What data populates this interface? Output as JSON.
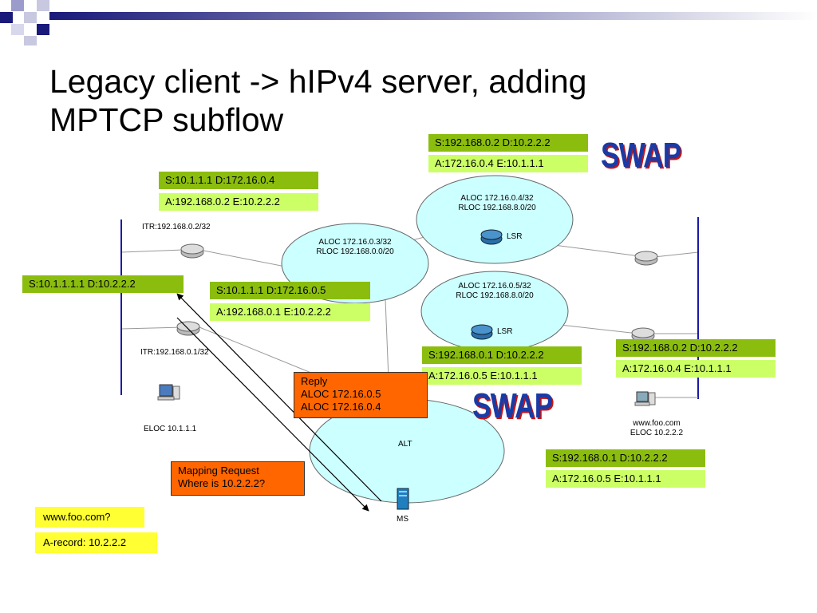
{
  "slide": {
    "title": "Legacy client -> hIPv4 server, adding\nMPTCP subflow"
  },
  "clouds": {
    "aloc1": {
      "line1": "ALOC 172.16.0.3/32",
      "line2": "RLOC 192.168.0.0/20"
    },
    "aloc2": {
      "line1": "ALOC 172.16.0.4/32",
      "line2": "RLOC 192.168.8.0/20",
      "router": "LSR"
    },
    "aloc3": {
      "line1": "ALOC 172.16.0.5/32",
      "line2": "RLOC 192.168.8.0/20",
      "router": "LSR"
    },
    "alt": {
      "label": "ALT"
    }
  },
  "nodes": {
    "itr1": "ITR:192.168.0.2/32",
    "itr2": "ITR:192.168.0.1/32",
    "eloc_client": "ELOC 10.1.1.1",
    "server_name": "www.foo.com",
    "server_eloc": "ELOC 10.2.2.2",
    "ms": "MS"
  },
  "packets": {
    "p1": {
      "header": "S:10.1.1.1 D:172.16.0.4",
      "sub": "A:192.168.0.2 E:10.2.2.2"
    },
    "p2": {
      "header": "S:10.1.1.1.1 D:10.2.2.2"
    },
    "p3": {
      "header": "S:10.1.1.1 D:172.16.0.5",
      "sub": "A:192.168.0.1 E:10.2.2.2"
    },
    "p4": {
      "header": "S:192.168.0.2 D:10.2.2.2",
      "sub": "A:172.16.0.4 E:10.1.1.1"
    },
    "p5": {
      "header": "S:192.168.0.1 D:10.2.2.2",
      "sub": "A:172.16.0.5 E:10.1.1.1"
    },
    "p6": {
      "header": "S:192.168.0.2 D:10.2.2.2",
      "sub": "A:172.16.0.4 E:10.1.1.1"
    },
    "p7": {
      "header": "S:192.168.0.1 D:10.2.2.2",
      "sub": "A:172.16.0.5 E:10.1.1.1"
    }
  },
  "reply": {
    "line1": "Reply",
    "line2": "ALOC 172.16.0.5",
    "line3": "ALOC 172.16.0.4"
  },
  "mapping_request": {
    "line1": "Mapping Request",
    "line2": "Where is 10.2.2.2?"
  },
  "dns": {
    "query": "www.foo.com?",
    "answer": "A-record: 10.2.2.2"
  },
  "swap": {
    "label1": "SWAP",
    "label2": "SWAP"
  },
  "colors": {
    "header_green": "#8bbd0f",
    "sub_green": "#ccff66",
    "orange": "#ff6600",
    "yellow": "#ffff33",
    "cloud": "#ccffff",
    "bus_blue": "#1a1aa5",
    "swap_blue": "#1a3aa5",
    "swap_red": "#c81414"
  }
}
